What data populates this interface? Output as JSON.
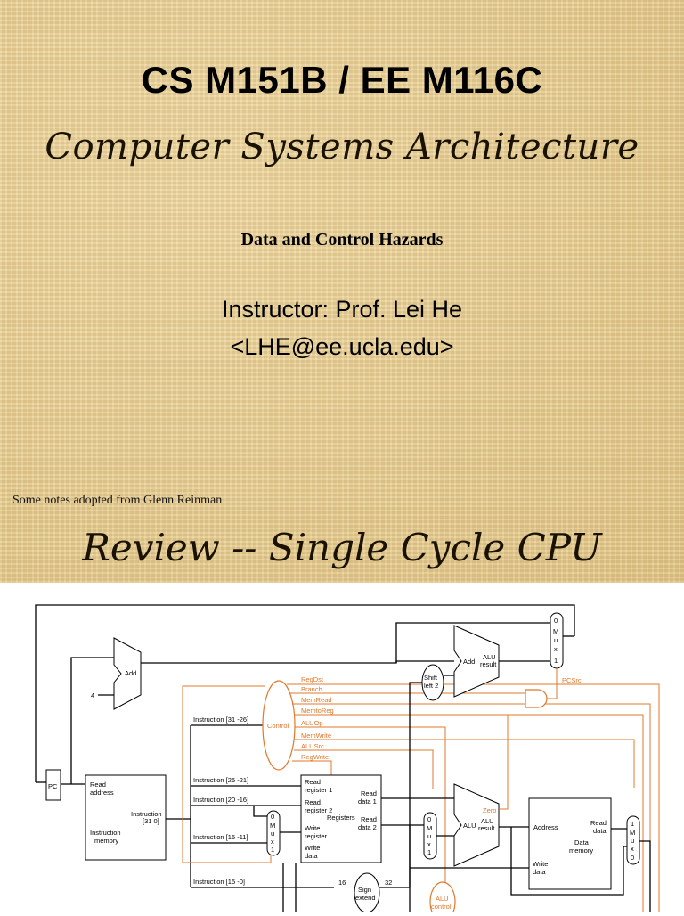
{
  "slide": {
    "course": "CS M151B / EE M116C",
    "subtitle": "Computer Systems Architecture",
    "topic": "Data and Control Hazards",
    "instructor": "Instructor: Prof. Lei He",
    "email": "<LHE@ee.ucla.edu>",
    "notes": "Some notes adopted from Glenn Reinman",
    "review_title": "Review -- Single Cycle CPU"
  },
  "diagram": {
    "pc": "PC",
    "add": "Add",
    "four": "4",
    "instr_mem": [
      "Read",
      "address",
      "Instruction",
      "[31   0]",
      "Instruction",
      "memory"
    ],
    "instr_fields": [
      "Instruction [31 -26]",
      "Instruction [25 -21]",
      "Instruction [20 -16]",
      "Instruction [15 -11]",
      "Instruction [15 -0]"
    ],
    "control": "Control",
    "control_signals": [
      "RegDst",
      "Branch",
      "MemRead",
      "MemtoReg",
      "ALUOp",
      "MemWrite",
      "ALUSrc",
      "RegWrite"
    ],
    "registers": [
      "Read",
      "register 1",
      "Read",
      "register 2",
      "Registers",
      "Write",
      "register",
      "Write",
      "data",
      "Read",
      "data 1",
      "Read",
      "data 2"
    ],
    "mux_letters": [
      "0",
      "M",
      "u",
      "x",
      "1"
    ],
    "mux_letters_rev": [
      "1",
      "M",
      "u",
      "x",
      "0"
    ],
    "shift": [
      "Shift",
      "left 2"
    ],
    "add_result": [
      "Add",
      "ALU",
      "result"
    ],
    "alu": [
      "ALU",
      "ALU",
      "result",
      "Zero"
    ],
    "pcsrc": "PCSrc",
    "data_mem": [
      "Address",
      "Read",
      "data",
      "Data",
      "memory",
      "Write",
      "data"
    ],
    "sign_extend": [
      "Sign",
      "extend",
      "16",
      "32"
    ],
    "alu_control": [
      "ALU",
      "control"
    ]
  }
}
